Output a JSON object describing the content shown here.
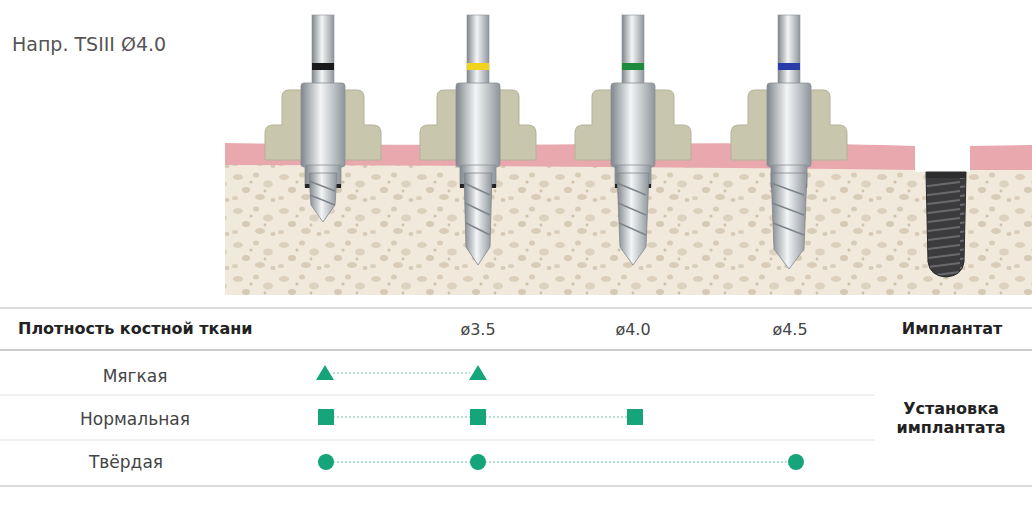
{
  "diagram": {
    "title": "Напр. TSIII Ø4.0",
    "labels": [
      "Плотность костной ткани",
      "ø3.5",
      "ø4.0",
      "ø4.5",
      "Имплантат",
      "Мягкая",
      "Нормальная",
      "Твёрдая",
      "Установка имплантата"
    ]
  }
}
